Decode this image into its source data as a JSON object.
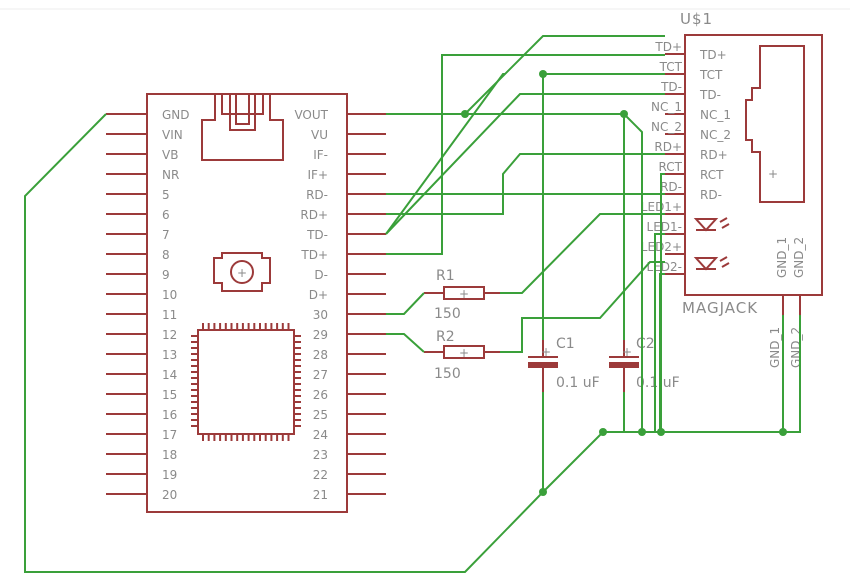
{
  "teensy": {
    "left_pins": [
      "GND",
      "VIN",
      "VB",
      "NR",
      "5",
      "6",
      "7",
      "8",
      "9",
      "10",
      "11",
      "12",
      "13",
      "14",
      "15",
      "16",
      "17",
      "18",
      "19",
      "20"
    ],
    "right_pins": [
      "VOUT",
      "VU",
      "IF-",
      "IF+",
      "RD-",
      "RD+",
      "TD-",
      "TD+",
      "D-",
      "D+",
      "30",
      "29",
      "28",
      "27",
      "26",
      "25",
      "24",
      "23",
      "22",
      "21"
    ]
  },
  "magjack": {
    "ref": "U$1",
    "value": "MAGJACK",
    "outer_pins": [
      "TD+",
      "TCT",
      "TD-",
      "NC_1",
      "NC_2",
      "RD+",
      "RCT",
      "RD-",
      "LED1+",
      "LED1-",
      "LED2+",
      "LED2-"
    ],
    "inner_pins": [
      "TD+",
      "TCT",
      "TD-",
      "NC_1",
      "NC_2",
      "RD+",
      "RCT",
      "RD-"
    ],
    "rct_plus": "+",
    "gnd_inner": [
      "GND_1",
      "GND_2"
    ],
    "gnd_outer": [
      "GND_1",
      "GND_2"
    ]
  },
  "resistors": [
    {
      "ref": "R1",
      "value": "150"
    },
    {
      "ref": "R2",
      "value": "150"
    }
  ],
  "capacitors": [
    {
      "ref": "C1",
      "value": "0.1 uF"
    },
    {
      "ref": "C2",
      "value": "0.1 uF"
    }
  ],
  "colors": {
    "part": "#9c3a3a",
    "wire": "#3aa03a",
    "text": "#8a8a8a"
  }
}
